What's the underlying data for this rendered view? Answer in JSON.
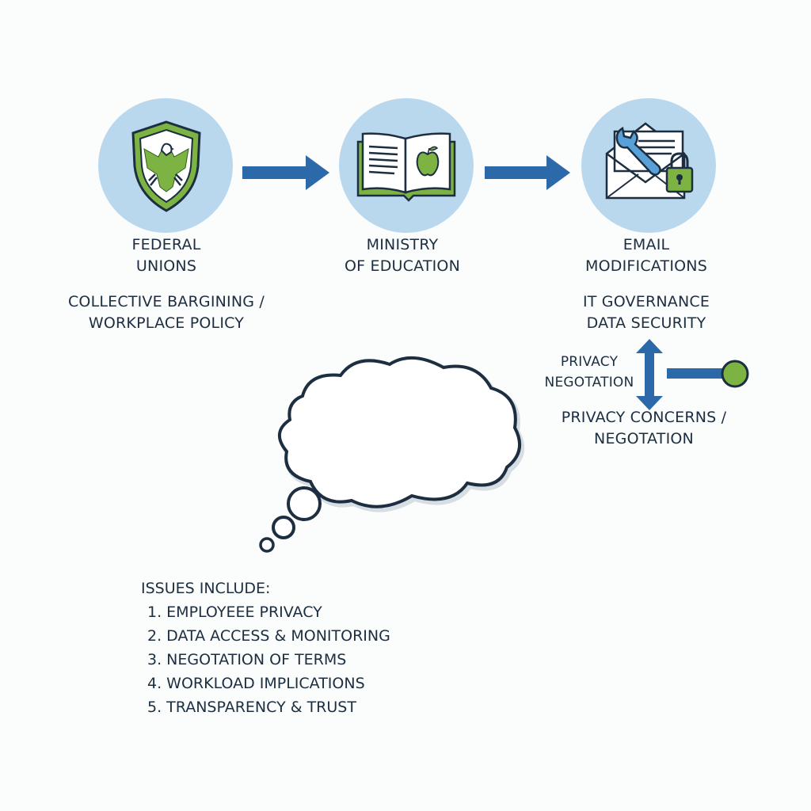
{
  "colors": {
    "circle_bg": "#b9d8ee",
    "arrow_blue": "#2b69a8",
    "green": "#7cb342",
    "dark_navy": "#1c2e40",
    "background": "#fbfcfc"
  },
  "nodes": [
    {
      "icon": "shield-eagle-icon",
      "title_lines": [
        "FEDERAL",
        "UNIONS"
      ],
      "subtitle_lines": [
        "COLLECTIVE BARGINING /",
        "WORKPLACE POLICY"
      ]
    },
    {
      "icon": "open-book-apple-icon",
      "title_lines": [
        "MINISTRY",
        "OF EDUCATION"
      ]
    },
    {
      "icon": "email-wrench-lock-icon",
      "title_lines": [
        "EMAIL",
        "MODIFICATIONS"
      ],
      "subtitle_lines": [
        "IT GOVERNANCE",
        "DATA SECURITY"
      ]
    }
  ],
  "flow_arrows": [
    "arrow-right",
    "arrow-right"
  ],
  "privacy": {
    "side_label_lines": [
      "PRIVACY",
      "NEGOTATION"
    ],
    "bottom_label_lines": [
      "PRIVACY CONCERNS /",
      "NEGOTATION"
    ]
  },
  "thought_bubble": {
    "icon": "thought-bubble-icon",
    "text": ""
  },
  "issues": {
    "heading": "ISSUES INCLUDE:",
    "items": [
      "1. EMPLOYEEE PRIVACY",
      "2. DATA ACCESS & MONITORING",
      "3. NEGOTATION OF TERMS",
      "4. WORKLOAD IMPLICATIONS",
      "5. TRANSPARENCY & TRUST"
    ]
  }
}
